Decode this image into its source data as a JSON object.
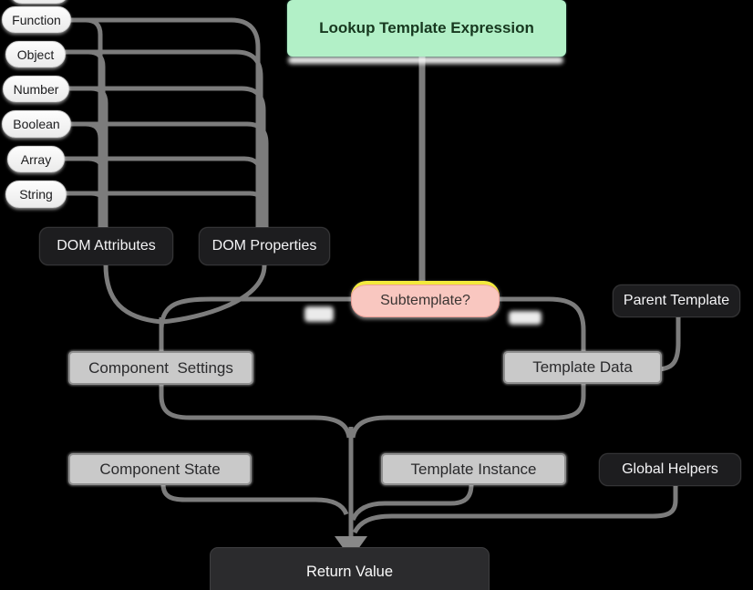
{
  "diagram": {
    "title": "Lookup Template Expression",
    "type_pills": [
      "Function",
      "Object",
      "Number",
      "Boolean",
      "Array",
      "String"
    ],
    "nodes": {
      "dom_attributes": "DOM Attributes",
      "dom_properties": "DOM Properties",
      "subtemplate": "Subtemplate?",
      "parent_template": "Parent Template",
      "component_settings": "Component  Settings",
      "template_data": "Template Data",
      "component_state": "Component State",
      "template_instance": "Template Instance",
      "global_helpers": "Global Helpers",
      "return_value": "Return Value"
    },
    "colors": {
      "background": "#000000",
      "edge": "#7c7c7c",
      "arrow": "#888888",
      "start_fill": "#b2f0c7",
      "start_text": "#17381f",
      "decision_fill": "#f9c7c0",
      "decision_accent": "#f3ea3d",
      "dark_fill": "#1d1d1f",
      "dark_text": "#f4f4f6",
      "gray_fill": "#c9c9c9",
      "gray_text": "#2a2a2c",
      "pill_fill": "#f5f5f5",
      "return_fill": "#2b2b2d"
    }
  }
}
